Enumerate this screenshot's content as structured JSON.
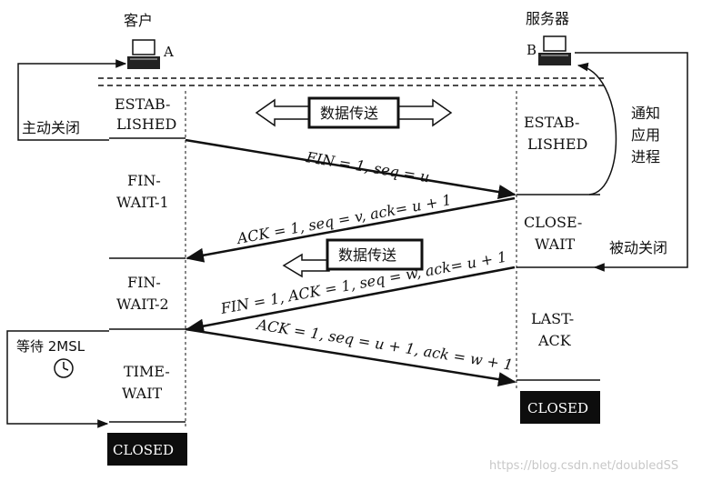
{
  "client": {
    "title": "客户",
    "id": "A",
    "states": [
      "ESTAB-",
      "LISHED",
      "FIN-",
      "WAIT-1",
      "FIN-",
      "WAIT-2",
      "TIME-",
      "WAIT"
    ],
    "active_close": "主动关闭",
    "wait_2msl": "等待 2MSL",
    "closed": "CLOSED"
  },
  "server": {
    "title": "服务器",
    "id": "B",
    "states": [
      "ESTAB-",
      "LISHED",
      "CLOSE-",
      "WAIT",
      "LAST-",
      "ACK"
    ],
    "notify_app": [
      "通知",
      "应用",
      "进程"
    ],
    "passive_close": "被动关闭",
    "closed": "CLOSED"
  },
  "data_transfer_label": "数据传送",
  "messages": [
    "FIN = 1, seq = u",
    "ACK = 1, seq = v, ack= u + 1",
    "FIN = 1, ACK = 1, seq = w, ack= u + 1",
    "ACK = 1, seq = u + 1, ack = w + 1"
  ],
  "watermark": "https://blog.csdn.net/doubledSS",
  "colors": {
    "ink": "#111111",
    "closed_bg": "#0d0d0d",
    "closed_text": "#ffffff",
    "watermark": "#c8c8c8"
  }
}
